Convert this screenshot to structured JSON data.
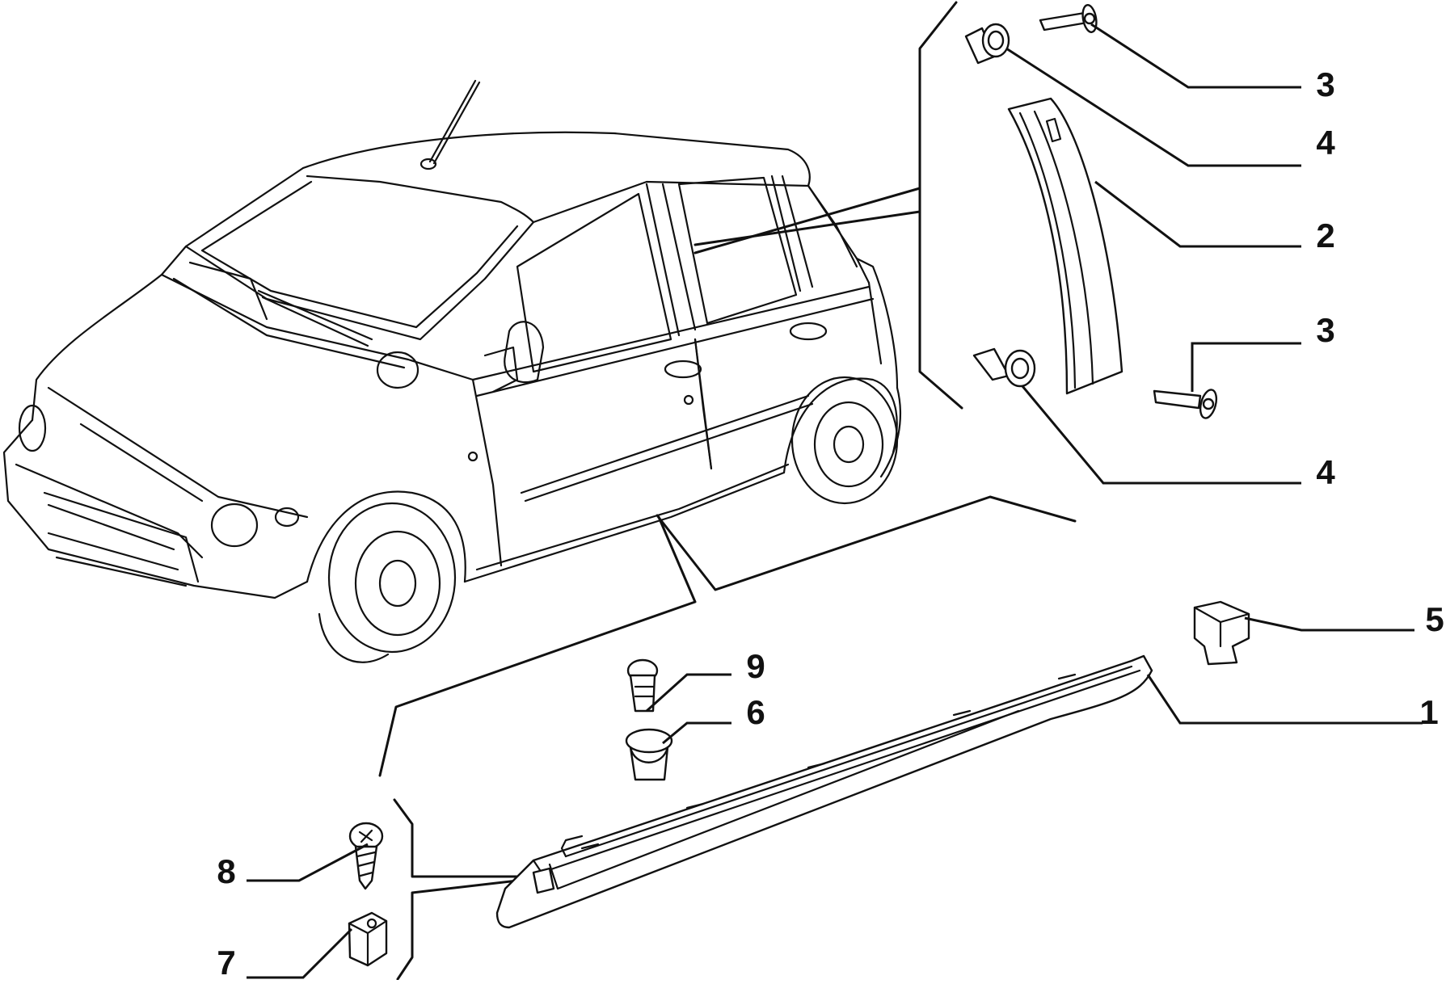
{
  "diagram": {
    "callouts": [
      {
        "id": "callout-3-top",
        "label": "3"
      },
      {
        "id": "callout-4-top",
        "label": "4"
      },
      {
        "id": "callout-2",
        "label": "2"
      },
      {
        "id": "callout-3-lower",
        "label": "3"
      },
      {
        "id": "callout-4-lower",
        "label": "4"
      },
      {
        "id": "callout-5",
        "label": "5"
      },
      {
        "id": "callout-9",
        "label": "9"
      },
      {
        "id": "callout-1",
        "label": "1"
      },
      {
        "id": "callout-6",
        "label": "6"
      },
      {
        "id": "callout-8",
        "label": "8"
      },
      {
        "id": "callout-7",
        "label": "7"
      }
    ]
  }
}
